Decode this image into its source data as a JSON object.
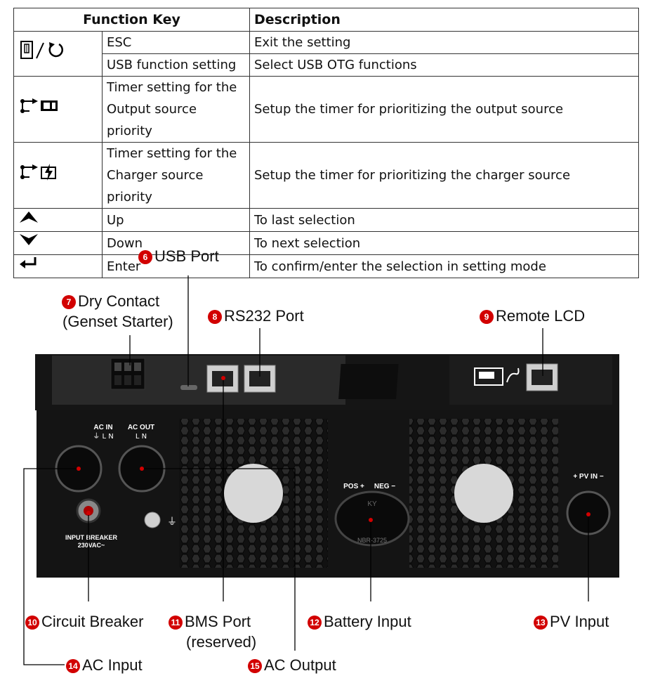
{
  "table": {
    "headers": [
      "Function Key",
      "Description"
    ],
    "rows": [
      {
        "icon": "usb-esc-icon",
        "name": "ESC",
        "desc": "Exit the setting"
      },
      {
        "icon": "",
        "name": "USB function setting",
        "desc": "Select USB OTG functions"
      },
      {
        "icon": "timer-output-icon",
        "name": [
          "Timer setting for the",
          "Output source priority"
        ],
        "desc": "Setup the timer for prioritizing the output source"
      },
      {
        "icon": "timer-charger-icon",
        "name": [
          "Timer setting for the",
          "Charger source priority"
        ],
        "desc": "Setup the timer for prioritizing the charger source"
      },
      {
        "icon": "up-arrow-icon",
        "name": "Up",
        "desc": "To last selection"
      },
      {
        "icon": "down-arrow-icon",
        "name": "Down",
        "desc": "To next selection"
      },
      {
        "icon": "enter-icon",
        "name": "Enter",
        "desc": "To confirm/enter the selection in setting mode"
      }
    ]
  },
  "callouts": {
    "usb_port": {
      "num": "6",
      "label": "USB Port"
    },
    "dry_contact": {
      "num": "7",
      "label": "Dry Contact",
      "sub": "(Genset Starter)"
    },
    "rs232_port": {
      "num": "8",
      "label": "RS232 Port"
    },
    "remote_lcd": {
      "num": "9",
      "label": "Remote LCD"
    },
    "circuit_breaker": {
      "num": "10",
      "label": "Circuit Breaker"
    },
    "bms_port": {
      "num": "11",
      "label": "BMS Port",
      "sub": "(reserved)"
    },
    "battery_input": {
      "num": "12",
      "label": "Battery Input"
    },
    "pv_input": {
      "num": "13",
      "label": "PV Input"
    },
    "ac_input": {
      "num": "14",
      "label": "AC Input"
    },
    "ac_output": {
      "num": "15",
      "label": "AC Output"
    }
  },
  "panel_text": {
    "ac_in": "AC IN",
    "ac_in_terms": "⏚ L N",
    "ac_out": "AC OUT",
    "ac_out_terms": "L N",
    "breaker_line1": "INPUT  BREAKER",
    "breaker_line2": "230VAC~",
    "pos": "POS +",
    "neg": "NEG −",
    "pv_in": "+  PV IN  −",
    "battery_brand": "KY",
    "battery_model": "NBR-3725"
  }
}
